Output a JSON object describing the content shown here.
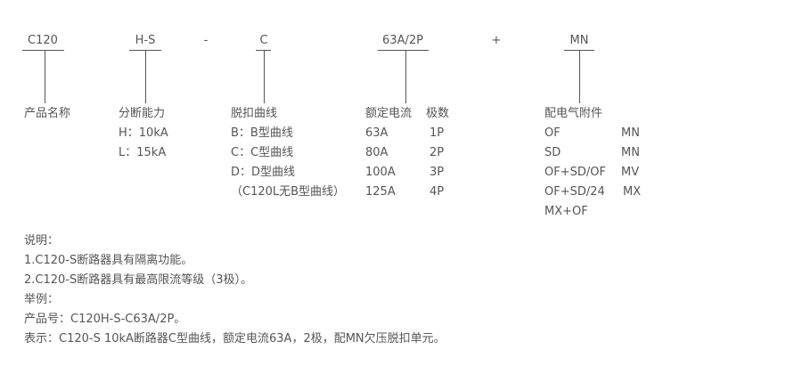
{
  "code": {
    "series": "C120",
    "breaking": "H-S",
    "sep1": "-",
    "curve": "C",
    "rating": "63A/2P",
    "sep2": "+",
    "accessory": "MN"
  },
  "columns": {
    "name": {
      "title": "产品名称"
    },
    "breaking": {
      "title": "分断能力",
      "items": [
        "H：10kA",
        "L：15kA"
      ]
    },
    "curve": {
      "title": "脱扣曲线",
      "items": [
        "B：B型曲线",
        "C：C型曲线",
        "D：D型曲线",
        "（C120L无B型曲线）"
      ]
    },
    "current": {
      "title": "额定电流",
      "items": [
        "63A",
        "80A",
        "100A",
        "125A"
      ]
    },
    "poles": {
      "title": "极数",
      "items": [
        "1P",
        "2P",
        "3P",
        "4P"
      ]
    },
    "accessory": {
      "title": "配电气附件",
      "left": [
        "OF",
        "SD",
        "OF+SD/OF",
        "OF+SD/24",
        "MX+OF"
      ],
      "right": [
        "MN",
        "MN",
        "MV",
        "MX"
      ]
    }
  },
  "notes": [
    "说明：",
    "1.C120-S断路器具有隔离功能。",
    "2.C120-S断路器具有最高限流等级（3极）。",
    "举例：",
    "产品号：C120H-S-C63A/2P。",
    "表示：C120-S 10kA断路器C型曲线，额定电流63A，2极，配MN欠压脱扣单元。"
  ]
}
